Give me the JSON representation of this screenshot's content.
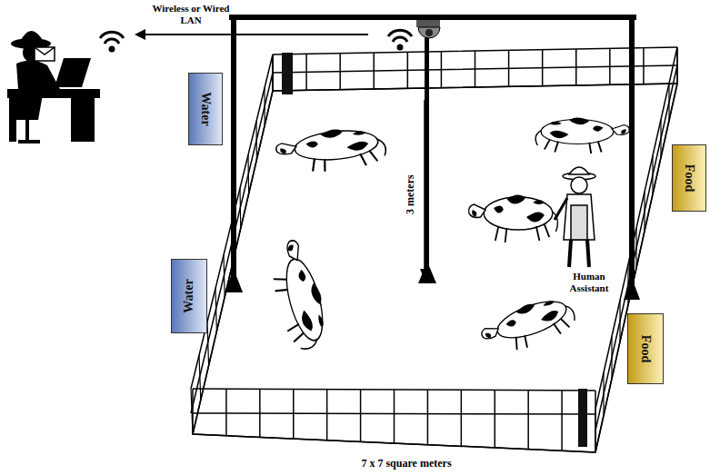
{
  "diagram": {
    "nodes": [
      {
        "text": [
          "Water"
        ]
      },
      {
        "text": [
          "Food"
        ]
      },
      {
        "text": [
          "Water"
        ]
      },
      {
        "text": [
          "Food"
        ]
      }
    ],
    "labels": [
      "Wireless or Wired LAN",
      "3 meters",
      "Human Assistant",
      "7 x 7 square meters"
    ]
  }
}
